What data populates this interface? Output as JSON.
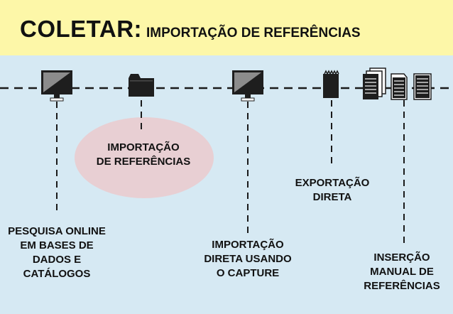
{
  "title": {
    "main": "COLETAR:",
    "sub": "IMPORTAÇÃO DE REFERÊNCIAS"
  },
  "colors": {
    "header_bg": "#fdf7a8",
    "body_bg": "#d6e9f3",
    "bubble": "#e8cfd3",
    "line": "#1a1a1a"
  },
  "nodes": [
    {
      "icon": "monitor-icon",
      "label": "PESQUISA ONLINE\nEM BASES DE\nDADOS E\nCATÁLOGOS"
    },
    {
      "icon": "folder-icon",
      "label": "IMPORTAÇÃO\nDE REFERÊNCIAS",
      "highlight": true
    },
    {
      "icon": "monitor-icon",
      "label": "IMPORTAÇÃO\nDIRETA USANDO\nO CAPTURE"
    },
    {
      "icon": "document-icon",
      "label": "EXPORTAÇÃO\nDIRETA"
    },
    {
      "icon": "document-stack-icon",
      "label": "INSERÇÃO\nMANUAL DE\nREFERÊNCIAS"
    }
  ]
}
